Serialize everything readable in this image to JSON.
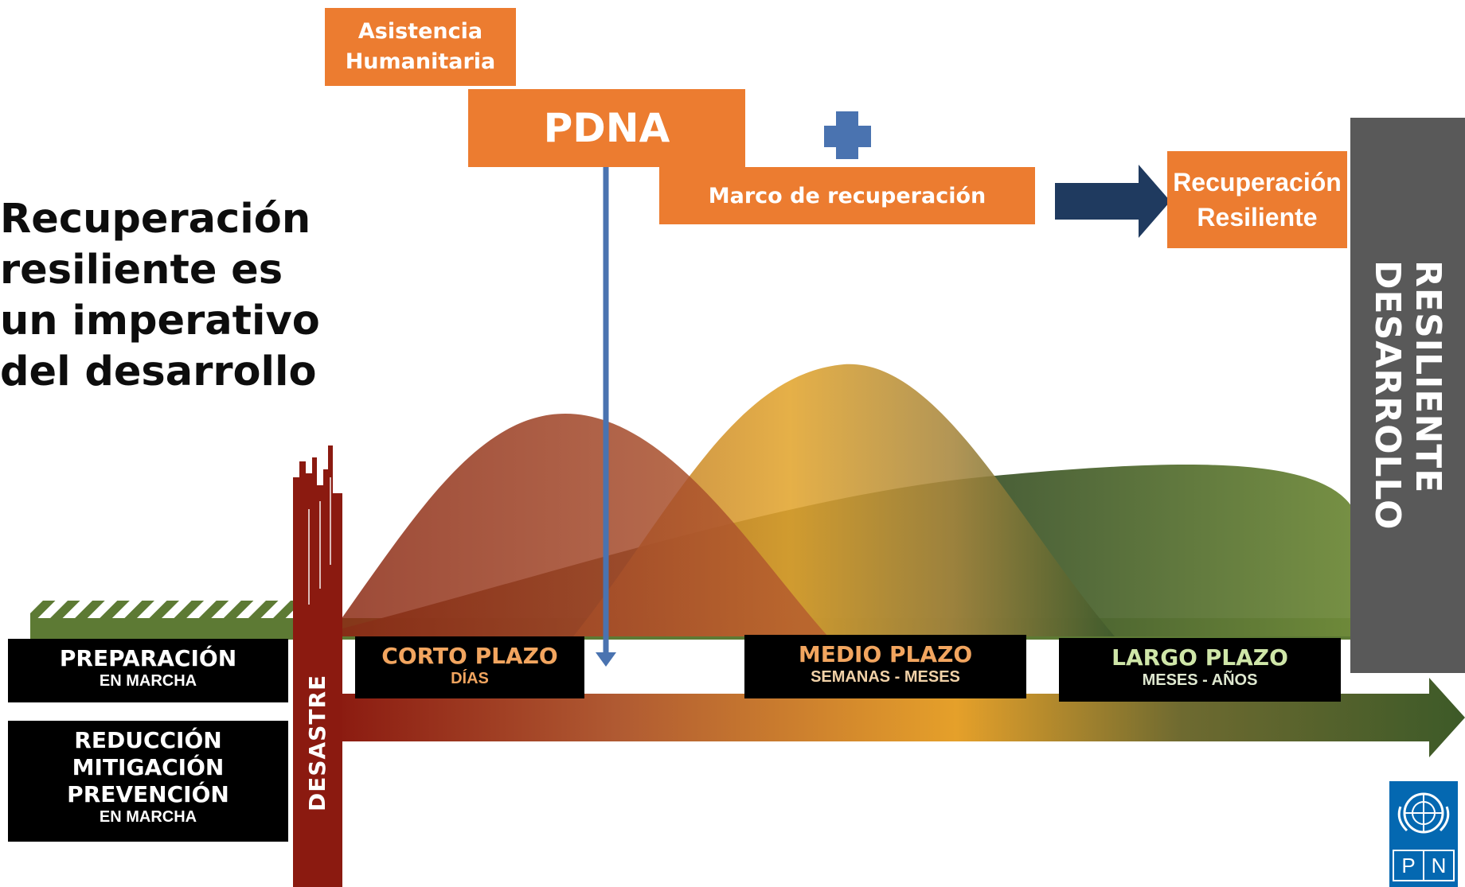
{
  "headline": [
    "Recuperación",
    "resiliente es",
    "un imperativo",
    "del desarrollo"
  ],
  "top_boxes": {
    "asistencia": [
      "Asistencia",
      "Humanitaria"
    ],
    "pdna": "PDNA",
    "marco": "Marco de recuperación",
    "recuperacion": [
      "Recuperación",
      "Resiliente"
    ]
  },
  "side_bar": [
    "DESARROLLO",
    "RESILIENTE"
  ],
  "disaster_label": "DESASTRE",
  "phases": [
    {
      "title": "PREPARACIÓN",
      "sub": "EN MARCHA"
    },
    {
      "title": "CORTO PLAZO",
      "sub": "DÍAS"
    },
    {
      "title": "MEDIO PLAZO",
      "sub": "SEMANAS - MESES"
    },
    {
      "title": "LARGO PLAZO",
      "sub": "MESES - AÑOS"
    }
  ],
  "reduction": {
    "lines": [
      "REDUCCIÓN",
      "MITIGACIÓN",
      "PREVENCIÓN"
    ],
    "sub": "EN MARCHA"
  },
  "logo_letters": [
    "P",
    "N"
  ],
  "colors": {
    "orange": "#ec7c30",
    "phase_short": "#f2a55f",
    "phase_medium": "#f2a55f",
    "phase_long": "#cfe6a8",
    "disaster_red": "#8b1a10",
    "side_gray": "#595959",
    "arrow_navy": "#1f3a5f",
    "pdna_line": "#4a73b0",
    "undp_blue": "#0468b1"
  }
}
